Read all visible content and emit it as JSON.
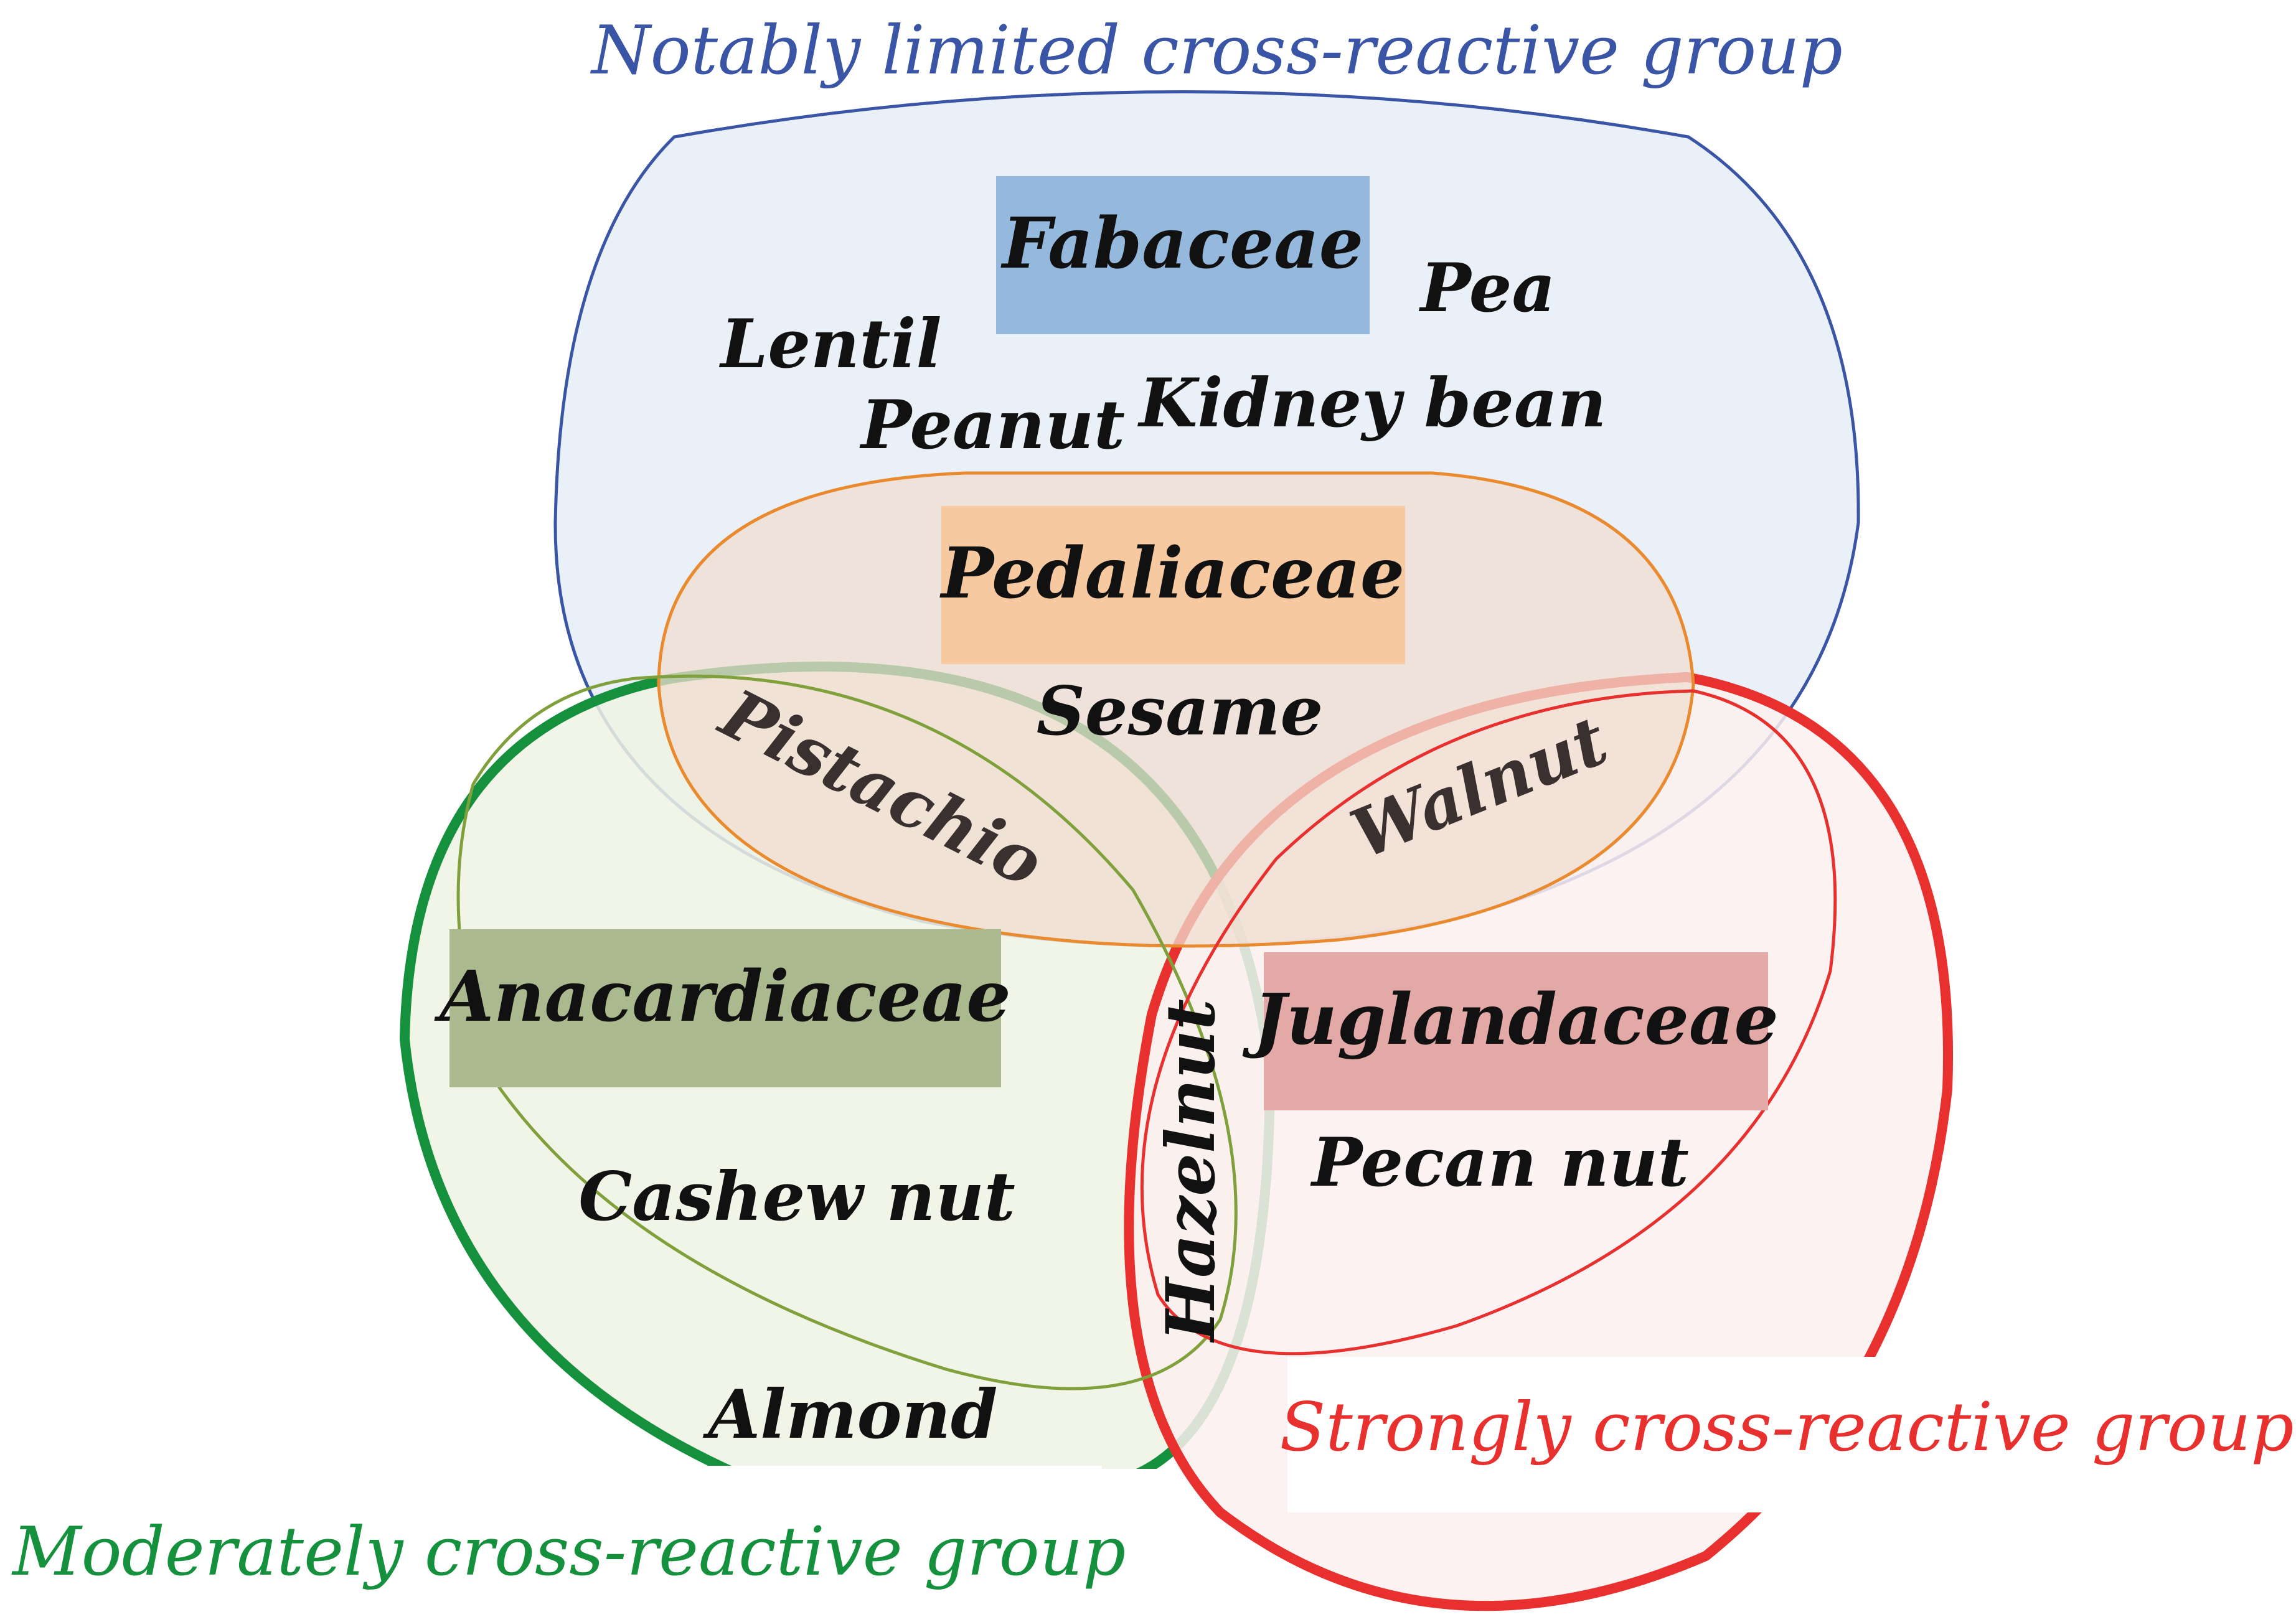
{
  "groups": {
    "limited": {
      "title": "Notably limited cross-reactive group",
      "color": "#3a55a5",
      "fill": "#eaf0f8"
    },
    "moderate": {
      "title": "Moderately cross-reactive group",
      "color": "#15913d",
      "fill": "#eef3e4"
    },
    "strong": {
      "title": "Strongly cross-reactive group",
      "color": "#e8302e",
      "fill": "#fcf0ef"
    }
  },
  "families": {
    "fabaceae": {
      "label": "Fabaceae",
      "color": "#95b8dd"
    },
    "pedaliaceae": {
      "label": "Pedaliaceae",
      "color": "#f7c9a1",
      "outline": "#ea8a2f"
    },
    "anacardiaceae": {
      "label": "Anacardiaceae",
      "color": "#abba8e",
      "outline": "#7fa03a"
    },
    "juglandaceae": {
      "label": "Juglandaceae",
      "color": "#e2a9a6",
      "outline": "#e8302e"
    }
  },
  "foods": {
    "lentil": "Lentil",
    "pea": "Pea",
    "peanut": "Peanut",
    "kidney_bean": "Kidney bean",
    "sesame": "Sesame",
    "pistachio": "Pistachio",
    "walnut": "Walnut",
    "cashew_nut": "Cashew nut",
    "hazelnut": "Hazelnut",
    "pecan_nut": "Pecan nut",
    "almond": "Almond"
  }
}
